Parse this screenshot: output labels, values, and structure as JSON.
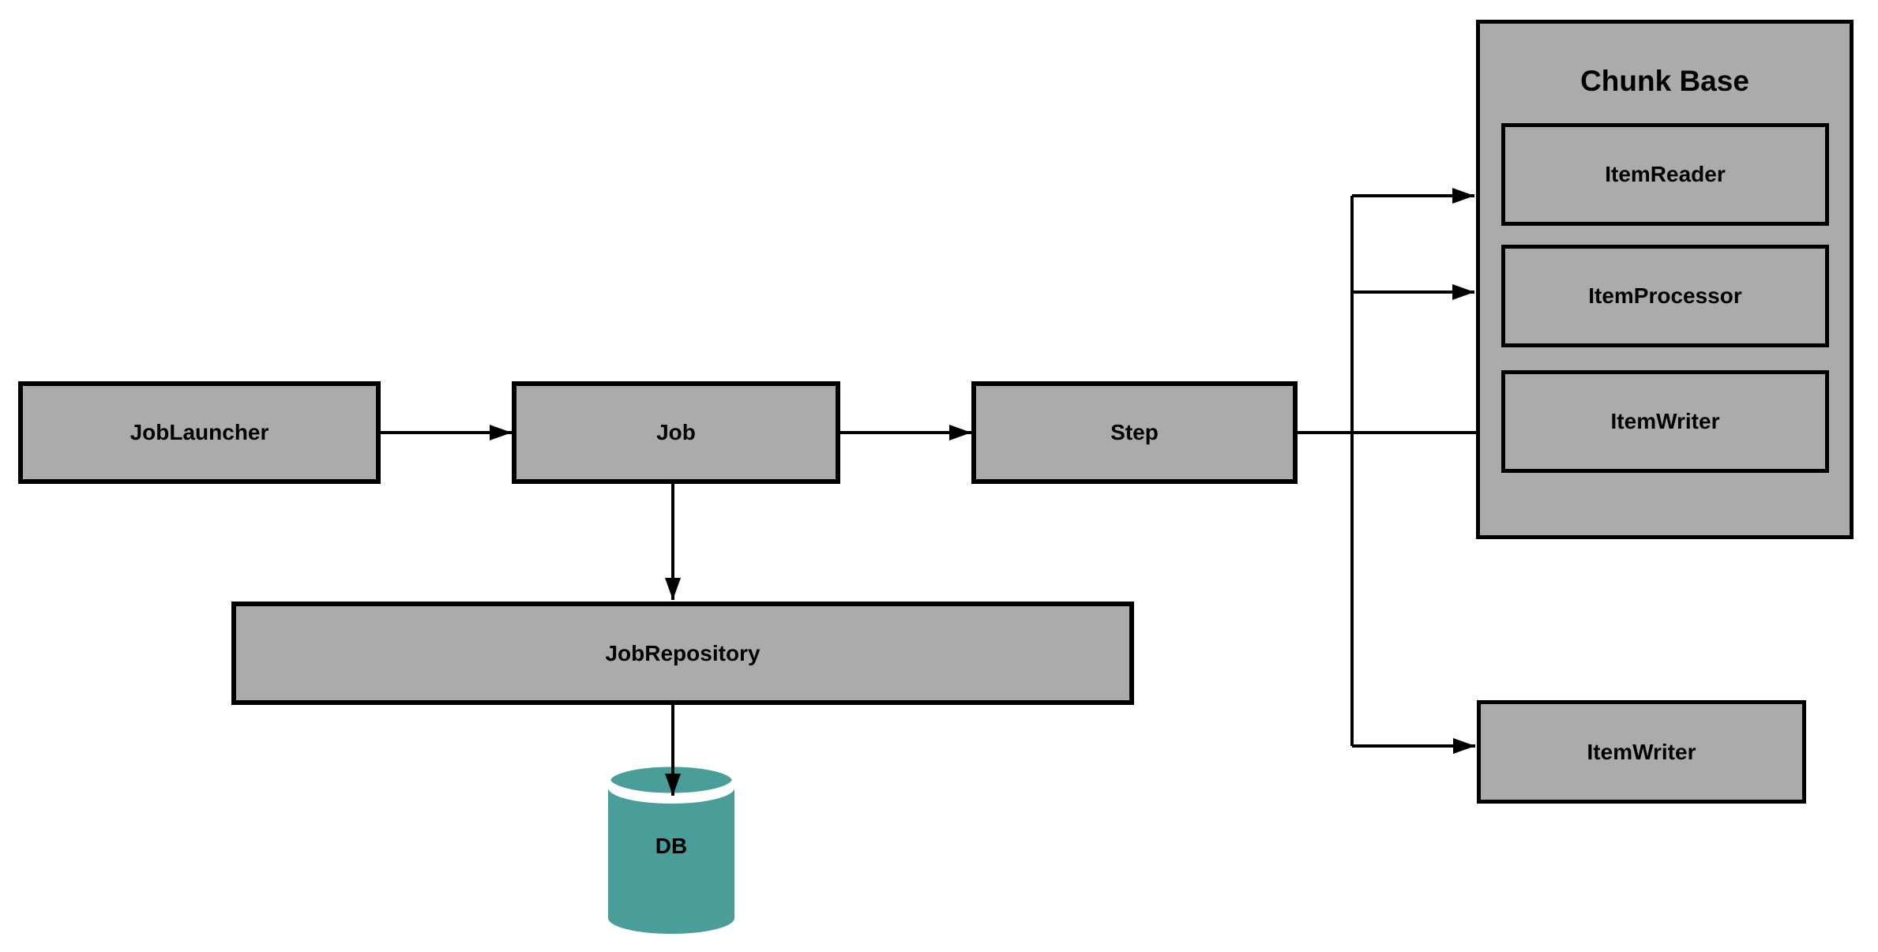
{
  "diagram": {
    "kind": "architecture-flow-diagram",
    "background": "#FFFFFF"
  },
  "colors": {
    "background": "#FFFFFF",
    "node_fill": "#ABABAB",
    "node_border": "#000000",
    "arrow": "#000000",
    "label_text": "#000000",
    "db_fill": "#4A9E99"
  },
  "nodes": {
    "job_launcher": {
      "label": "JobLauncher"
    },
    "job": {
      "label": "Job"
    },
    "step": {
      "label": "Step"
    },
    "job_repository": {
      "label": "JobRepository"
    },
    "chunk_base": {
      "title": "Chunk Base",
      "items": [
        {
          "label": "ItemReader"
        },
        {
          "label": "ItemProcessor"
        },
        {
          "label": "ItemWriter"
        }
      ]
    },
    "item_writer_external": {
      "label": "ItemWriter"
    },
    "db": {
      "label": "DB"
    }
  },
  "edges": [
    {
      "from": "JobLauncher",
      "to": "Job"
    },
    {
      "from": "Job",
      "to": "Step"
    },
    {
      "from": "Job",
      "to": "JobRepository"
    },
    {
      "from": "JobRepository",
      "to": "DB"
    },
    {
      "from": "Step",
      "to": "ItemReader"
    },
    {
      "from": "Step",
      "to": "ItemProcessor"
    },
    {
      "from": "Step",
      "to": "ItemWriter (Chunk Base)"
    },
    {
      "from": "Step",
      "to": "ItemWriter (external)"
    }
  ]
}
